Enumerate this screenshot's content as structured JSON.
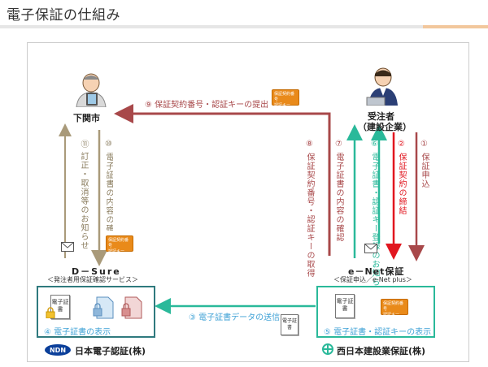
{
  "page": {
    "title": "電子保証の仕組み"
  },
  "actors": {
    "city": "下関市",
    "contractor_line1": "受注者",
    "contractor_line2": "（建設企業）",
    "dsure_name": "D－Sure",
    "dsure_sub": "＜発注者用保証確認サービス＞",
    "enet_name": "e－Net保証",
    "enet_sub": "＜保証申込／e-Net plus＞",
    "nihon_denshi": "日本電子認証(株)",
    "nishi_nihon": "西日本建設業保証(株)",
    "ndn_logo": "NDN"
  },
  "steps": {
    "s1": "① 保証申込",
    "s2": "② 保証契約の締結",
    "s3": "③ 電子証書データの送信",
    "s4": "④ 電子証書の表示",
    "s5": "⑤ 電子証書・認証キーの表示",
    "s6": "⑥ 電子証書・認証キー登録のお知らせ",
    "s7": "⑦ 電子証書の内容の確認",
    "s8": "⑧ 保証契約番号・認証キーの取得",
    "s9": "⑨ 保証契約番号・認証キーの提出",
    "s10": "⑩ 電子証書の内容の確認",
    "s11": "⑪ 訂正・取消等のお知らせ"
  },
  "icons": {
    "doc_label": "電子証書",
    "key_label_1": "保証契約番号",
    "key_label_2": "認証キー"
  },
  "colors": {
    "maroon": "#a8484a",
    "red": "#e1161f",
    "teal": "#2ab99a",
    "olive": "#a99a7a",
    "blue_step": "#3fa2d6",
    "box_border": "#2ab99a",
    "dsure_box": "#2f7a7e",
    "key_orange": "#e98a1a"
  }
}
